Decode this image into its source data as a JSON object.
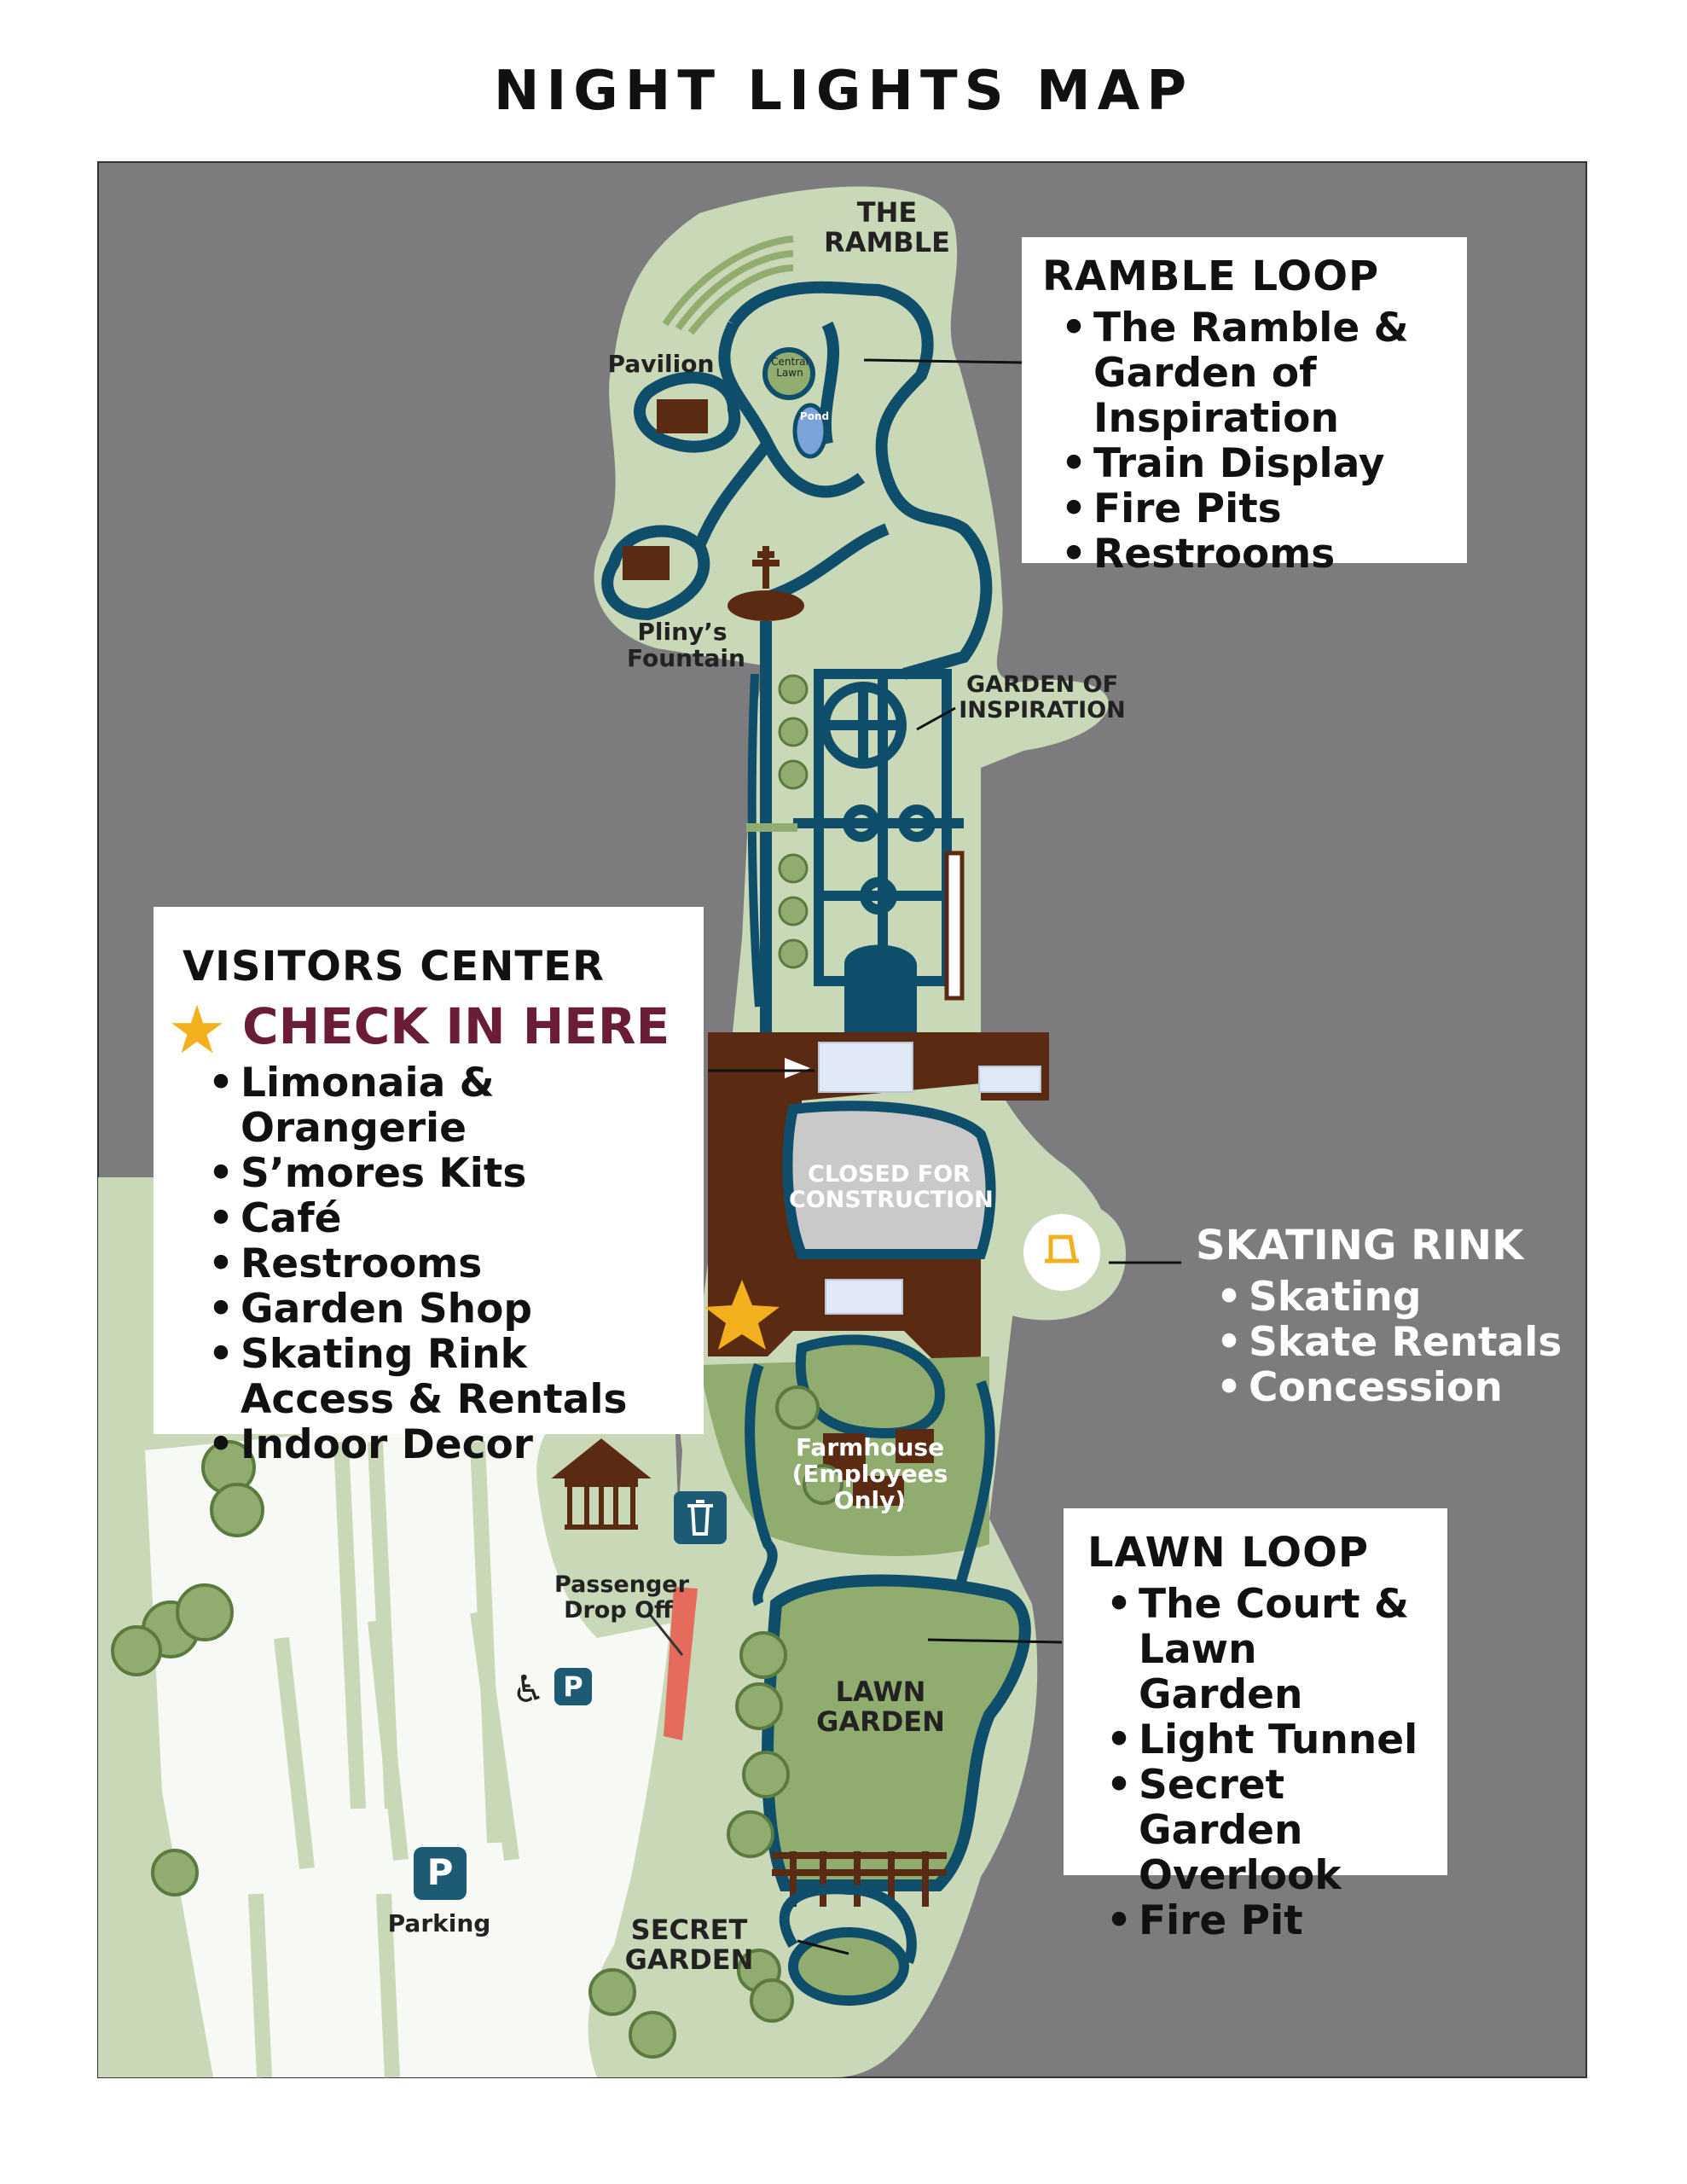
{
  "title": "NIGHT LIGHTS MAP",
  "colors": {
    "background": "#7c7c7f",
    "land": "#c9d8b7",
    "lawn": "#90ac6e",
    "path": "#0f4e6a",
    "building": "#5a2a12",
    "star": "#f2b01e",
    "checkin": "#6b1d35",
    "dropoff": "#e56b5d",
    "icon_badge": "#1d5b75"
  },
  "ramble_loop": {
    "heading": "RAMBLE LOOP",
    "items": [
      "The Ramble & Garden of Inspiration",
      "Train Display",
      "Fire Pits",
      "Restrooms"
    ]
  },
  "visitors_center": {
    "heading": "VISITORS CENTER",
    "checkin": "CHECK IN HERE",
    "items": [
      "Limonaia & Orangerie",
      "S’mores Kits",
      "Café",
      "Restrooms",
      "Garden Shop",
      "Skating Rink Access & Rentals",
      "Indoor Decor"
    ]
  },
  "skating_rink": {
    "heading": "SKATING RINK",
    "items": [
      "Skating",
      "Skate Rentals",
      "Concession"
    ]
  },
  "lawn_loop": {
    "heading": "LAWN LOOP",
    "items": [
      "The Court & Lawn Garden",
      "Light Tunnel",
      "Secret Garden Overlook",
      "Fire Pit"
    ]
  },
  "labels": {
    "the_ramble": "THE RAMBLE",
    "pavilion": "Pavilion",
    "central_lawn": "Central Lawn",
    "pond": "Pond",
    "plinys_fountain": "Pliny’s Fountain",
    "garden_of_inspiration": "GARDEN OF INSPIRATION",
    "closed_for_construction": "CLOSED FOR CONSTRUCTION",
    "farmhouse": "Farmhouse (Employees Only)",
    "passenger_drop_off": "Passenger Drop Off",
    "lawn_garden": "LAWN GARDEN",
    "secret_garden": "SECRET GARDEN",
    "parking": "Parking",
    "parking_badge": "P"
  },
  "icons": [
    "star-icon",
    "trash-icon",
    "accessible-icon",
    "parking-icon",
    "gazebo-icon",
    "skate-icon",
    "fountain-icon",
    "pergola-icon"
  ]
}
